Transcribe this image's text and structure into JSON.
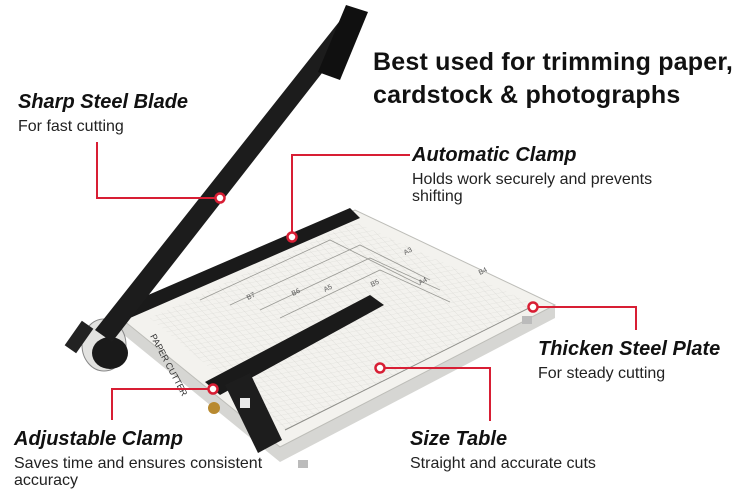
{
  "headline": {
    "line1": "Best used for trimming paper,",
    "line2": "cardstock & photographs"
  },
  "callouts": {
    "blade": {
      "title": "Sharp Steel Blade",
      "desc": "For fast cutting"
    },
    "auto_clamp": {
      "title": "Automatic Clamp",
      "desc": "Holds work securely and prevents shifting"
    },
    "plate": {
      "title": "Thicken Steel Plate",
      "desc": "For steady cutting"
    },
    "adj_clamp": {
      "title": "Adjustable Clamp",
      "desc": "Saves time and ensures consistent accuracy"
    },
    "size_table": {
      "title": "Size Table",
      "desc": "Straight and accurate cuts"
    }
  },
  "board_labels": {
    "brand": "PAPER CUTTER",
    "a3": "A3",
    "a4": "A4",
    "a5": "A5",
    "b4": "B4",
    "b5": "B5",
    "b6": "B6",
    "b7": "B7"
  },
  "colors": {
    "accent_red": "#d81e34",
    "board": "#f3f2ee",
    "grid": "#c9c9c4",
    "handle": "#1a1a1a"
  }
}
